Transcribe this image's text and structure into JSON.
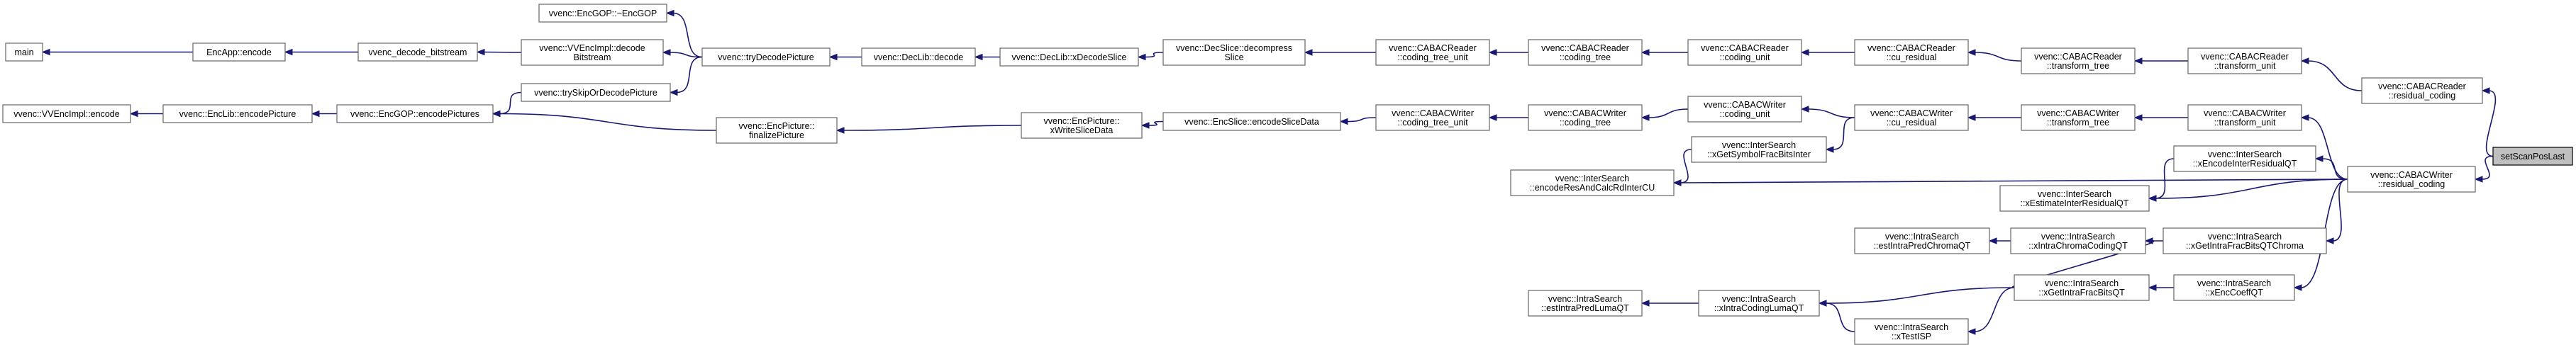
{
  "colors": {
    "edge": "#191970",
    "node_border": "#666666",
    "highlight_fill": "#bfbfbf",
    "background": "#ffffff"
  },
  "nodes": [
    {
      "id": "main",
      "lines": [
        "main"
      ]
    },
    {
      "id": "encapp_encode",
      "lines": [
        "EncApp::encode"
      ]
    },
    {
      "id": "vvenc_decode_bitstream",
      "lines": [
        "vvenc_decode_bitstream"
      ]
    },
    {
      "id": "encgop_dtor",
      "lines": [
        "vvenc::EncGOP::~EncGOP"
      ]
    },
    {
      "id": "vvencimpl_decode",
      "lines": [
        "vvenc::VVEncImpl::decode",
        "Bitstream"
      ]
    },
    {
      "id": "trydecode",
      "lines": [
        "vvenc::tryDecodePicture"
      ]
    },
    {
      "id": "tryskip",
      "lines": [
        "vvenc::trySkipOrDecodePicture"
      ]
    },
    {
      "id": "declib_decode",
      "lines": [
        "vvenc::DecLib::decode"
      ]
    },
    {
      "id": "declib_xdecodeslice",
      "lines": [
        "vvenc::DecLib::xDecodeSlice"
      ]
    },
    {
      "id": "decslice_decompress",
      "lines": [
        "vvenc::DecSlice::decompress",
        "Slice"
      ]
    },
    {
      "id": "reader_ctu",
      "lines": [
        "vvenc::CABACReader",
        "::coding_tree_unit"
      ]
    },
    {
      "id": "reader_ct",
      "lines": [
        "vvenc::CABACReader",
        "::coding_tree"
      ]
    },
    {
      "id": "reader_cu",
      "lines": [
        "vvenc::CABACReader",
        "::coding_unit"
      ]
    },
    {
      "id": "reader_cures",
      "lines": [
        "vvenc::CABACReader",
        "::cu_residual"
      ]
    },
    {
      "id": "reader_tt",
      "lines": [
        "vvenc::CABACReader",
        "::transform_tree"
      ]
    },
    {
      "id": "reader_tu",
      "lines": [
        "vvenc::CABACReader",
        "::transform_unit"
      ]
    },
    {
      "id": "reader_rc",
      "lines": [
        "vvenc::CABACReader",
        "::residual_coding"
      ]
    },
    {
      "id": "setscanposlast",
      "lines": [
        "setScanPosLast"
      ],
      "highlight": true
    },
    {
      "id": "vvencimpl_encode",
      "lines": [
        "vvenc::VVEncImpl::encode"
      ]
    },
    {
      "id": "enclib_encodepicture",
      "lines": [
        "vvenc::EncLib::encodePicture"
      ]
    },
    {
      "id": "encgop_encodepictures",
      "lines": [
        "vvenc::EncGOP::encodePictures"
      ]
    },
    {
      "id": "encpicture_finalize",
      "lines": [
        "vvenc::EncPicture::",
        "finalizePicture"
      ]
    },
    {
      "id": "encpicture_xwrite",
      "lines": [
        "vvenc::EncPicture::",
        "xWriteSliceData"
      ]
    },
    {
      "id": "encslice_encodeslicedata",
      "lines": [
        "vvenc::EncSlice::encodeSliceData"
      ]
    },
    {
      "id": "writer_ctu",
      "lines": [
        "vvenc::CABACWriter",
        "::coding_tree_unit"
      ]
    },
    {
      "id": "writer_ct",
      "lines": [
        "vvenc::CABACWriter",
        "::coding_tree"
      ]
    },
    {
      "id": "writer_cu",
      "lines": [
        "vvenc::CABACWriter",
        "::coding_unit"
      ]
    },
    {
      "id": "writer_cures",
      "lines": [
        "vvenc::CABACWriter",
        "::cu_residual"
      ]
    },
    {
      "id": "writer_tt",
      "lines": [
        "vvenc::CABACWriter",
        "::transform_tree"
      ]
    },
    {
      "id": "writer_tu",
      "lines": [
        "vvenc::CABACWriter",
        "::transform_unit"
      ]
    },
    {
      "id": "writer_rc",
      "lines": [
        "vvenc::CABACWriter",
        "::residual_coding"
      ]
    },
    {
      "id": "inter_symbolfrac",
      "lines": [
        "vvenc::InterSearch",
        "::xGetSymbolFracBitsInter"
      ]
    },
    {
      "id": "inter_encoderes",
      "lines": [
        "vvenc::InterSearch",
        "::encodeResAndCalcRdInterCU"
      ]
    },
    {
      "id": "inter_xestimate",
      "lines": [
        "vvenc::InterSearch",
        "::xEstimateInterResidualQT"
      ]
    },
    {
      "id": "inter_xencodeinter",
      "lines": [
        "vvenc::InterSearch",
        "::xEncodeInterResidualQT"
      ]
    },
    {
      "id": "intra_estchroma",
      "lines": [
        "vvenc::IntraSearch",
        "::estIntraPredChromaQT"
      ]
    },
    {
      "id": "intra_xchromacoding",
      "lines": [
        "vvenc::IntraSearch",
        "::xIntraChromaCodingQT"
      ]
    },
    {
      "id": "intra_xgetchroma",
      "lines": [
        "vvenc::IntraSearch",
        "::xGetIntraFracBitsQTChroma"
      ]
    },
    {
      "id": "intra_estluma",
      "lines": [
        "vvenc::IntraSearch",
        "::estIntraPredLumaQT"
      ]
    },
    {
      "id": "intra_xlumacoding",
      "lines": [
        "vvenc::IntraSearch",
        "::xIntraCodingLumaQT"
      ]
    },
    {
      "id": "intra_xgetfrac",
      "lines": [
        "vvenc::IntraSearch",
        "::xGetIntraFracBitsQT"
      ]
    },
    {
      "id": "intra_xtestisp",
      "lines": [
        "vvenc::IntraSearch",
        "::xTestISP"
      ]
    },
    {
      "id": "intra_xenccoeff",
      "lines": [
        "vvenc::IntraSearch",
        "::xEncCoeffQT"
      ]
    }
  ],
  "edges": [
    [
      "main",
      "encapp_encode"
    ],
    [
      "encapp_encode",
      "vvenc_decode_bitstream"
    ],
    [
      "vvenc_decode_bitstream",
      "vvencimpl_decode"
    ],
    [
      "encgop_dtor",
      "trydecode"
    ],
    [
      "vvencimpl_decode",
      "trydecode"
    ],
    [
      "tryskip",
      "trydecode"
    ],
    [
      "trydecode",
      "declib_decode"
    ],
    [
      "declib_decode",
      "declib_xdecodeslice"
    ],
    [
      "declib_xdecodeslice",
      "decslice_decompress"
    ],
    [
      "decslice_decompress",
      "reader_ctu"
    ],
    [
      "reader_ctu",
      "reader_ct"
    ],
    [
      "reader_ct",
      "reader_cu"
    ],
    [
      "reader_cu",
      "reader_cures"
    ],
    [
      "reader_cures",
      "reader_tt"
    ],
    [
      "reader_tt",
      "reader_tu"
    ],
    [
      "reader_tu",
      "reader_rc"
    ],
    [
      "reader_rc",
      "setscanposlast"
    ],
    [
      "vvencimpl_encode",
      "enclib_encodepicture"
    ],
    [
      "enclib_encodepicture",
      "encgop_encodepictures"
    ],
    [
      "encgop_encodepictures",
      "tryskip"
    ],
    [
      "encgop_encodepictures",
      "encpicture_finalize"
    ],
    [
      "encpicture_finalize",
      "encpicture_xwrite"
    ],
    [
      "encpicture_xwrite",
      "encslice_encodeslicedata"
    ],
    [
      "encslice_encodeslicedata",
      "writer_ctu"
    ],
    [
      "writer_ctu",
      "writer_ct"
    ],
    [
      "writer_ct",
      "writer_cu"
    ],
    [
      "writer_cu",
      "writer_cures"
    ],
    [
      "writer_cures",
      "writer_tt"
    ],
    [
      "writer_tt",
      "writer_tu"
    ],
    [
      "writer_tu",
      "writer_rc"
    ],
    [
      "writer_rc",
      "setscanposlast"
    ],
    [
      "inter_encoderes",
      "inter_symbolfrac"
    ],
    [
      "inter_symbolfrac",
      "writer_cures"
    ],
    [
      "inter_encoderes",
      "writer_rc"
    ],
    [
      "inter_xestimate",
      "inter_xencodeinter"
    ],
    [
      "inter_xencodeinter",
      "writer_rc"
    ],
    [
      "inter_xestimate",
      "writer_rc"
    ],
    [
      "intra_estchroma",
      "intra_xchromacoding"
    ],
    [
      "intra_xchromacoding",
      "intra_xgetchroma"
    ],
    [
      "intra_xgetchroma",
      "writer_rc"
    ],
    [
      "intra_estluma",
      "intra_xlumacoding"
    ],
    [
      "intra_xlumacoding",
      "intra_xgetfrac"
    ],
    [
      "intra_xlumacoding",
      "intra_xtestisp"
    ],
    [
      "intra_xtestisp",
      "intra_xgetfrac"
    ],
    [
      "intra_xestchroma_dummy_skip",
      "none"
    ],
    [
      "intra_xchromacoding",
      "intra_xgetfrac"
    ],
    [
      "intra_xgetfrac",
      "intra_xenccoeff"
    ],
    [
      "intra_xenccoeff",
      "writer_rc"
    ]
  ]
}
